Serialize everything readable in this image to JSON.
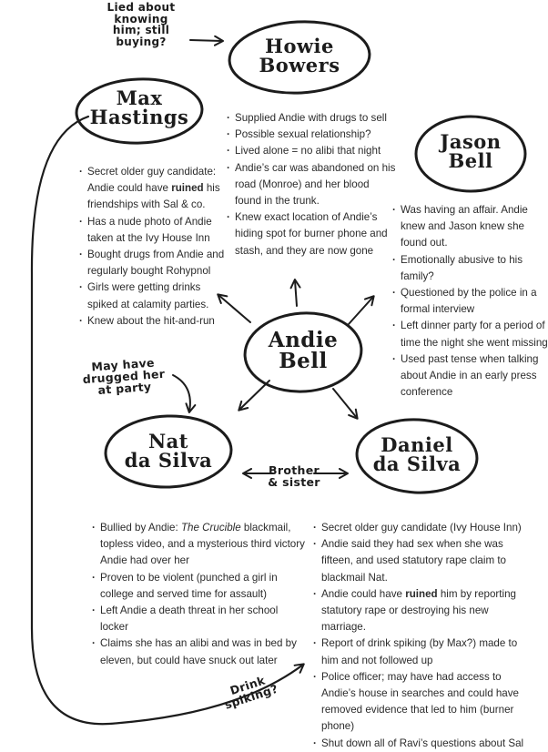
{
  "nodes": {
    "andie": {
      "line1": "Andie",
      "line2": "Bell"
    },
    "howie": {
      "line1": "Howie",
      "line2": "Bowers"
    },
    "max": {
      "line1": "Max",
      "line2": "Hastings"
    },
    "jason": {
      "line1": "Jason",
      "line2": "Bell"
    },
    "nat": {
      "line1": "Nat",
      "line2": "da Silva"
    },
    "daniel": {
      "line1": "Daniel",
      "line2": "da Silva"
    }
  },
  "annotations": {
    "lied": [
      "Lied about",
      "knowing",
      "him; still",
      "buying?"
    ],
    "drugged": [
      "May have",
      "drugged her",
      "at party"
    ],
    "siblings": [
      "Brother",
      "& sister"
    ],
    "spiking": [
      "Drink",
      "spiking?"
    ]
  },
  "facts": {
    "howie": [
      "Supplied Andie with drugs to sell",
      "Possible sexual relationship?",
      "Lived alone = no alibi that night",
      "Andie’s car was abandoned on his road (Monroe) and her blood found in the trunk.",
      "Knew exact location of Andie’s hiding spot for burner phone and stash, and they are now gone"
    ],
    "max": [
      {
        "pre": "Secret older guy candidate: Andie could have ",
        "em": "ruined",
        "post": " his friendships with Sal & co."
      },
      {
        "pre": "Has a nude photo of Andie taken at the Ivy House Inn",
        "em": "",
        "post": ""
      },
      {
        "pre": "Bought drugs from Andie and regularly bought Rohypnol",
        "em": "",
        "post": ""
      },
      {
        "pre": "Girls were getting drinks spiked at calamity parties.",
        "em": "",
        "post": ""
      },
      {
        "pre": "Knew about the hit-and-run",
        "em": "",
        "post": ""
      }
    ],
    "jason": [
      "Was having an affair. Andie knew and Jason knew she found out.",
      "Emotionally abusive to his family?",
      "Questioned by the police in a formal interview",
      "Left dinner party for a period of time the night she went missing",
      "Used past tense when talking about Andie in an early press conference"
    ],
    "nat": [
      {
        "pre": "Bullied by Andie: ",
        "em": "The Crucible",
        "post": " blackmail, topless video, and a mysterious third victory Andie had over her"
      },
      {
        "pre": "Proven to be violent (punched a girl in college and served time for assault)",
        "em": "",
        "post": ""
      },
      {
        "pre": "Left Andie a death threat in her school locker",
        "em": "",
        "post": ""
      },
      {
        "pre": "Claims she has an alibi and was in bed by eleven, but could have snuck out later",
        "em": "",
        "post": ""
      }
    ],
    "daniel": [
      {
        "pre": "Secret older guy candidate (Ivy House Inn)",
        "em": "",
        "post": ""
      },
      {
        "pre": "Andie said they had sex when she was fifteen, and used statutory rape claim to blackmail Nat.",
        "em": "",
        "post": ""
      },
      {
        "pre": "Andie could have ",
        "em": "ruined",
        "post": " him by reporting statutory rape or destroying his new marriage."
      },
      {
        "pre": "Report of drink spiking (by Max?) made to him and not followed up",
        "em": "",
        "post": ""
      },
      {
        "pre": "Police officer; may have had access to Andie’s house in searches and could have removed evidence that led to him (burner phone)",
        "em": "",
        "post": ""
      },
      {
        "pre": "Shut down all of Ravi’s questions about Sal",
        "em": "",
        "post": ""
      }
    ]
  }
}
